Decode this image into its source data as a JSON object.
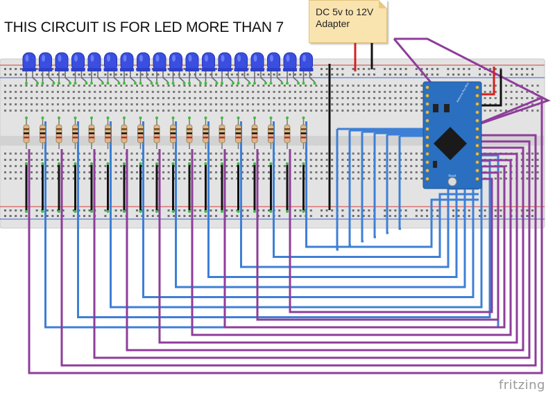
{
  "title": "THIS CIRCUIT IS FOR LED MORE THAN 7",
  "note": {
    "line1": "DC 5v to 12V",
    "line2": "Adapter"
  },
  "board": {
    "name": "Arduino Pro Mini",
    "reset_label": "Reset"
  },
  "watermark": "fritzing",
  "led_count": 18,
  "colors": {
    "led": "#3a4fe0",
    "blue_wire": "#3d7fd6",
    "purple_wire": "#8e3d9a",
    "red_wire": "#d42020",
    "black_wire": "#111111",
    "breadboard": "#e2e2e2",
    "arduino": "#2a6fc0"
  }
}
